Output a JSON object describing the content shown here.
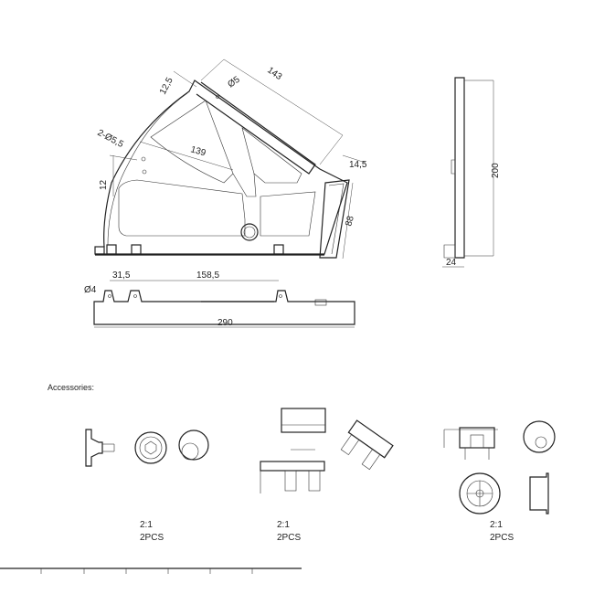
{
  "drawing": {
    "dimensions": {
      "d12_5": "12,5",
      "d_phi5": "Ø5",
      "d143": "143",
      "d2_phi5_5": "2-Ø5,5",
      "d139": "139",
      "d12": "12",
      "d14_5": "14,5",
      "d88": "88",
      "d200": "200",
      "d24": "24",
      "d_phi4": "Ø4",
      "d31_5": "31,5",
      "d158_5": "158,5",
      "d290": "290"
    },
    "accessories": {
      "title": "Accessories:",
      "items": [
        {
          "scale": "2:1",
          "qty": "2PCS"
        },
        {
          "scale": "2:1",
          "qty": "2PCS"
        },
        {
          "scale": "2:1",
          "qty": "2PCS"
        }
      ]
    }
  }
}
